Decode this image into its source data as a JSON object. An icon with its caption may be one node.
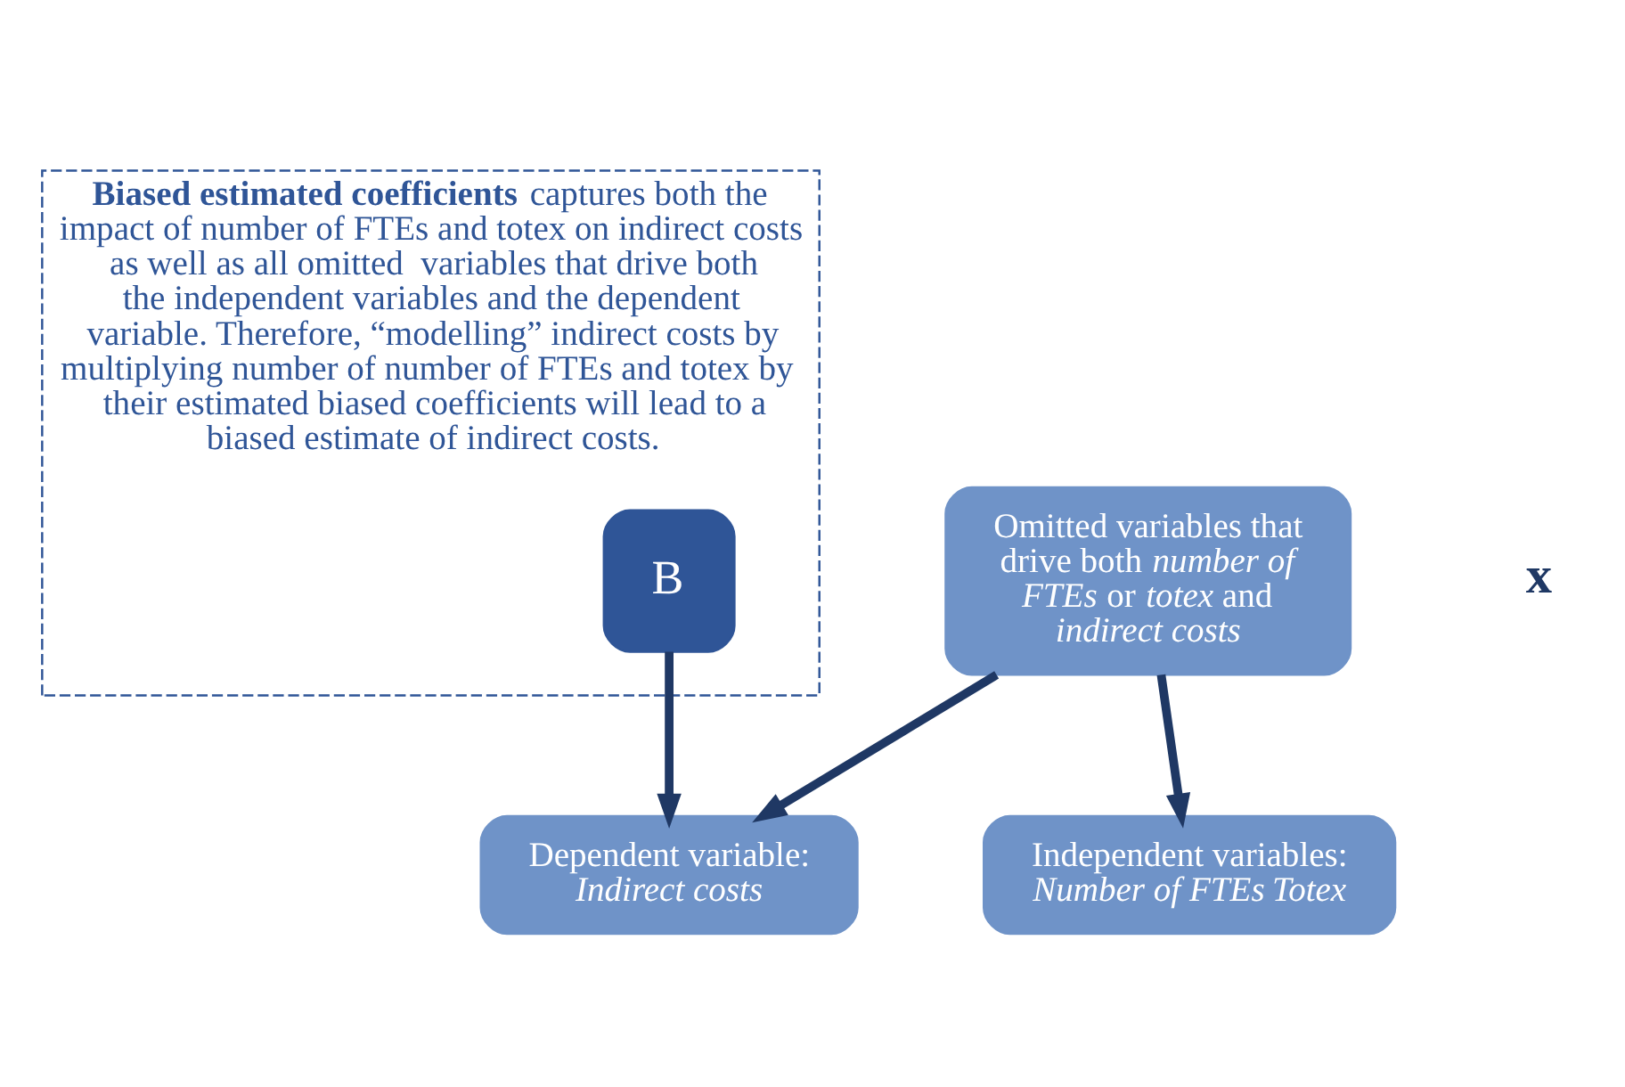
{
  "diagram": {
    "nodes": [
      {
        "text": [
          "**Biased estimated coefficients** captures both the impact of number of FTEs and totex on indirect costs as well as all omitted  variables that drive both the independent variables and the dependent variable. Therefore, “modelling” indirect costs by multiplying number of number of FTEs and totex by their estimated biased coefficients will lead to a biased estimate of indirect costs."
        ]
      },
      {
        "text": [
          "Dependent variable: *Indirect costs*"
        ]
      },
      {
        "text": [
          "B"
        ],
        "in": 0
      },
      {
        "text": [
          "Independent variables: *Number of FTEs* *Totex*"
        ]
      },
      {
        "text": [
          "Omitted variables that drive both *number of FTEs* or *totex* and *indirect costs*"
        ]
      }
    ],
    "edges": [
      {
        "from": 2,
        "to": 1,
        "arrow": "to"
      },
      {
        "from": 4,
        "to": 1,
        "arrow": "to"
      },
      {
        "from": 4,
        "to": 3,
        "arrow": "to"
      }
    ],
    "labels": [
      "x"
    ]
  }
}
